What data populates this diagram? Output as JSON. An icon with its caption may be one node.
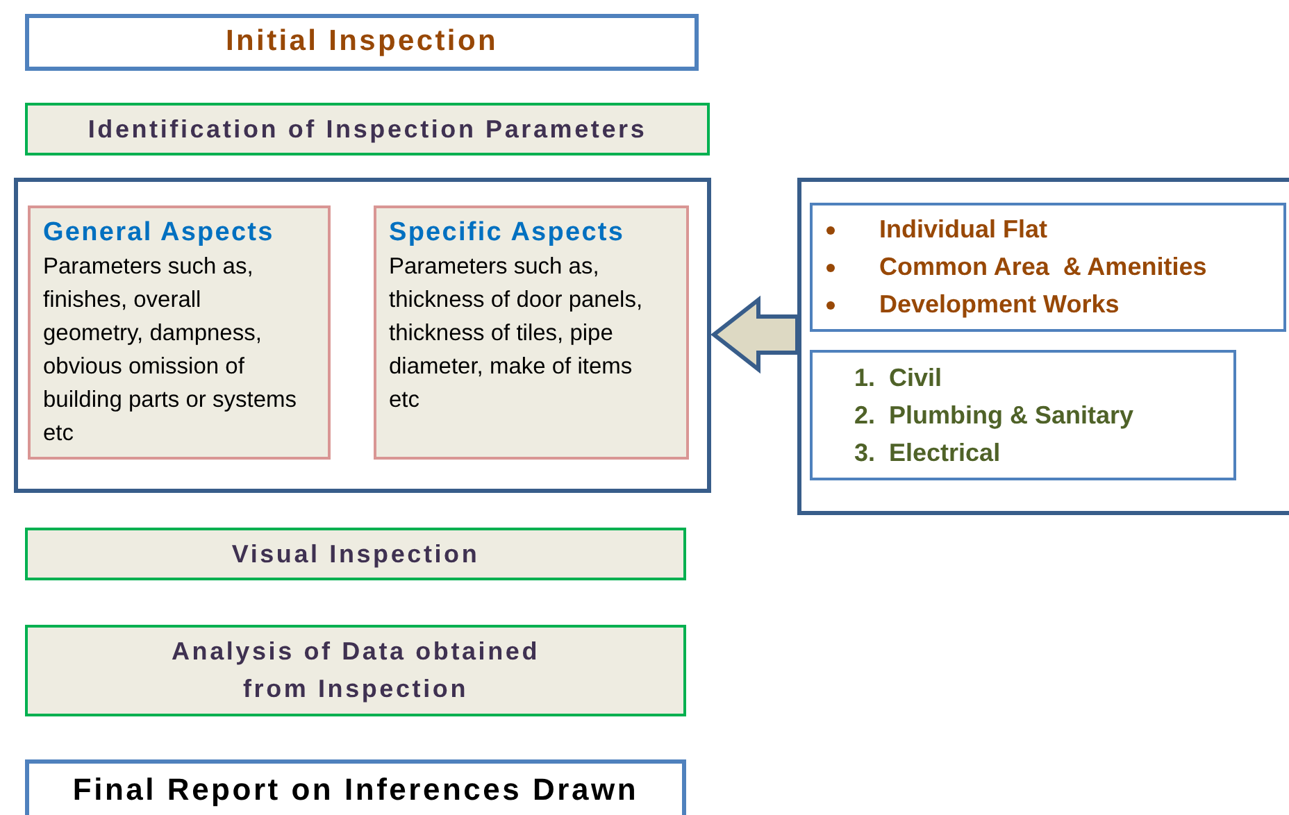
{
  "diagram": {
    "nodes": [
      {
        "text": [
          "Initial Inspection"
        ]
      },
      {
        "text": [
          "Identification of Inspection Parameters"
        ]
      },
      {
        "text": [],
        "shape": "box"
      },
      {
        "text": [
          "General Aspects",
          "Parameters such as, finishes, overall geometry, dampness, obvious omission of building parts or systems etc"
        ],
        "in": 2
      },
      {
        "text": [
          "Specific Aspects",
          "Parameters such as, thickness of door panels, thickness of tiles, pipe diameter, make of items etc"
        ],
        "in": 2
      },
      {
        "text": [],
        "shape": "box"
      },
      {
        "text": [
          "Individual Flat",
          "Common Area  & Amenities",
          "Development Works"
        ],
        "in": 5
      },
      {
        "text": [
          "1.  Civil",
          "2.  Plumbing & Sanitary",
          "3.  Electrical"
        ],
        "in": 5
      },
      {
        "text": [
          "Visual Inspection"
        ]
      },
      {
        "text": [
          "Analysis of Data obtained from Inspection"
        ]
      },
      {
        "text": [
          "Final Report on Inferences Drawn"
        ]
      }
    ],
    "edges": [
      {
        "from": 5,
        "to": 2,
        "arrow": "to",
        "style": "thick"
      }
    ]
  }
}
